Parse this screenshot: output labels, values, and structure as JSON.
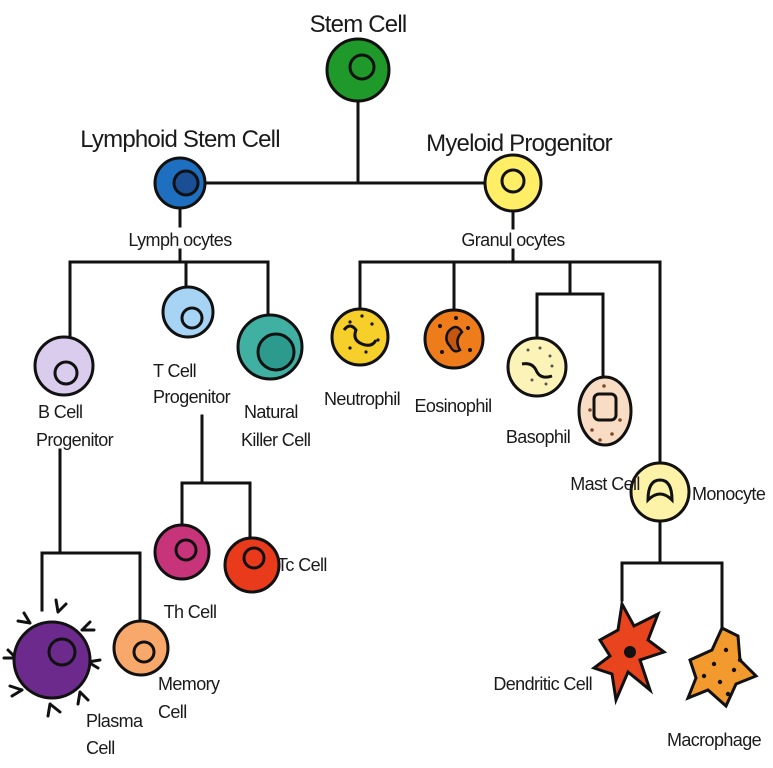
{
  "diagram": {
    "stem_cell": "Stem Cell",
    "lymphoid_stem_cell": "Lymphoid Stem Cell",
    "myeloid_progenitor": "Myeloid Progenitor",
    "lymphocytes": "Lymph ocytes",
    "granulocytes": "Granul ocytes",
    "b_cell_progenitor": [
      "B Cell",
      "Progenitor"
    ],
    "t_cell_progenitor": [
      "T Cell",
      "Progenitor"
    ],
    "natural_killer_cell": [
      "Natural",
      "Killer Cell"
    ],
    "neutrophil": "Neutrophil",
    "eosinophil": "Eosinophil",
    "basophil": "Basophil",
    "mast_cell": "Mast Cell",
    "monocyte": "Monocyte",
    "th_cell": "Th Cell",
    "tc_cell": "Tc Cell",
    "plasma_cell": [
      "Plasma",
      "Cell"
    ],
    "memory_cell": [
      "Memory",
      "Cell"
    ],
    "dendritic_cell": "Dendritic Cell",
    "macrophage": "Macrophage"
  },
  "colors": {
    "stem": "#1f9a2a",
    "lymphoid": "#1e6fc0",
    "myeloid": "#ffee66",
    "b_prog": "#d9ccec",
    "t_prog": "#a7d4f5",
    "nk": "#3fb0a2",
    "neutrophil": "#f7cf2a",
    "eosinophil": "#ef7c1a",
    "basophil": "#fbf3b8",
    "mast": "#f9dcc4",
    "monocyte": "#fdf3a8",
    "th": "#c8347a",
    "tc": "#ea3a1c",
    "plasma": "#6b2a8c",
    "memory": "#f8a86a",
    "dendritic": "#e8451e",
    "macrophage": "#f29a2e"
  }
}
